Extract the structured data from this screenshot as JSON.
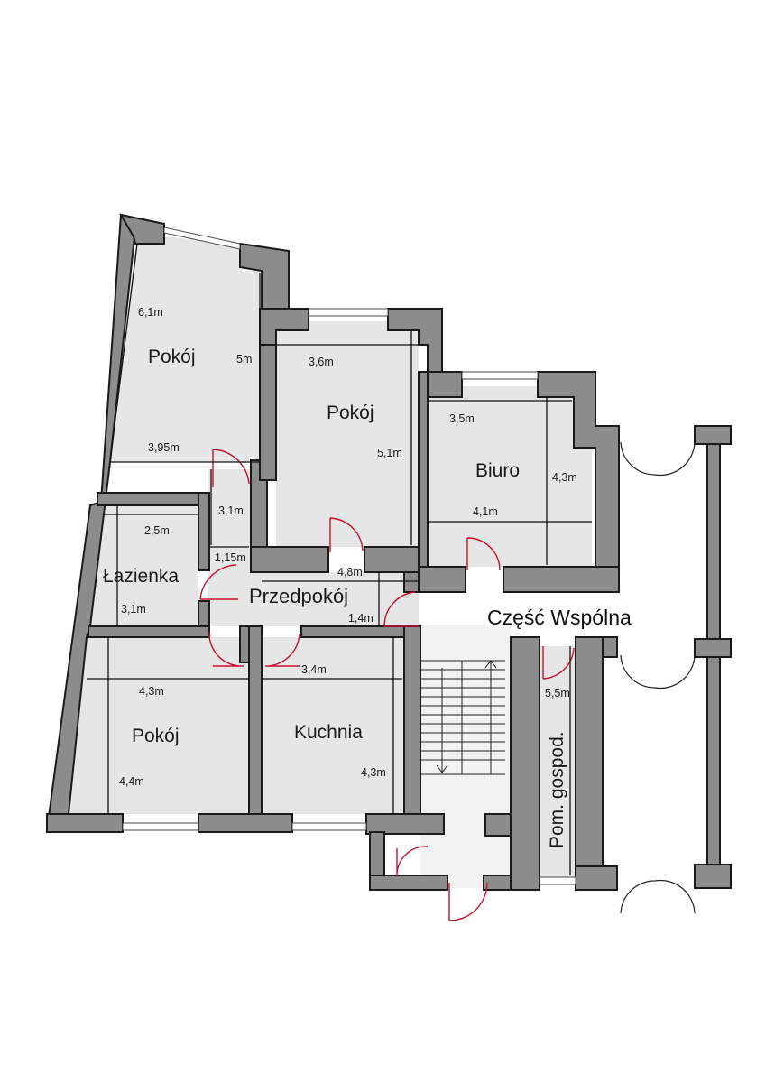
{
  "rooms": {
    "pokoj_nw": "Pokój",
    "pokoj_center": "Pokój",
    "biuro": "Biuro",
    "lazienka": "Łazienka",
    "przedpokoj": "Przedpokój",
    "pokoj_sw": "Pokój",
    "kuchnia": "Kuchnia",
    "czesc_wspolna": "Część Wspólna",
    "pom_gospod": "Pom. gospod."
  },
  "dimensions": {
    "pokoj_nw_diag": "6,1m",
    "pokoj_nw_height": "5m",
    "pokoj_nw_width": "3,95m",
    "pokoj_center_width": "3,6m",
    "pokoj_center_height": "5,1m",
    "biuro_width_top": "3,5m",
    "biuro_height": "4,3m",
    "biuro_width_bottom": "4,1m",
    "lazienka_width": "2,5m",
    "lazienka_height": "3,1m",
    "hall_height": "3,1m",
    "hall_width": "1,15m",
    "przedpokoj_width": "4,8m",
    "przedpokoj_height": "1,4m",
    "pokoj_sw_width": "4,3m",
    "pokoj_sw_height": "4,4m",
    "kuchnia_width": "3,4m",
    "kuchnia_height": "4,3m",
    "pom_gospod_height": "5,5m"
  },
  "colors": {
    "wall": "#8c8c8c",
    "floor": "#e6e6e6",
    "door_swing": "#c8102e"
  }
}
